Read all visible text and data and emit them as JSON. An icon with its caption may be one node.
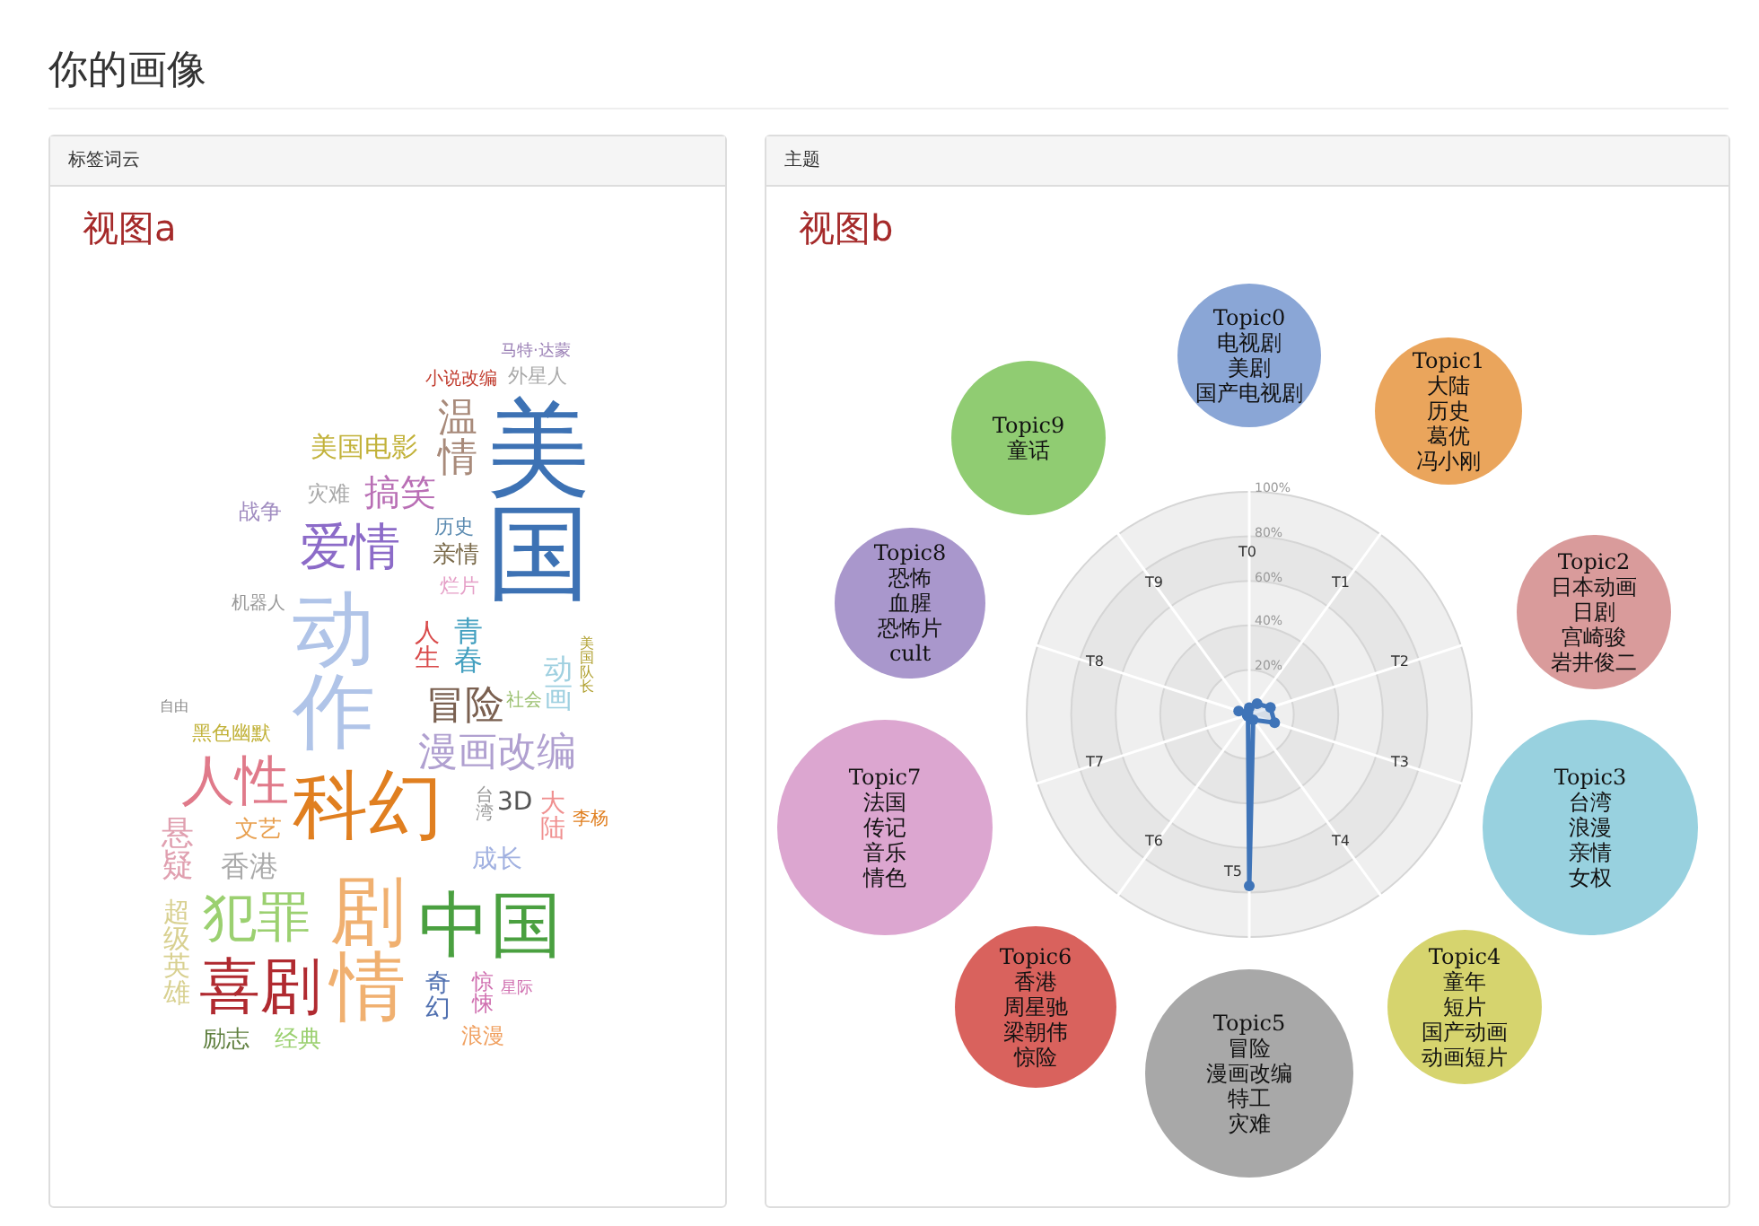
{
  "diagram": {
    "title": "你的画像",
    "nodes": [
      {
        "text": [
          "标签词云",
          "视图a"
        ]
      },
      {
        "text": [
          "主题",
          "视图b"
        ]
      },
      {
        "text": [
          "Topic0",
          "电视剧",
          "美剧",
          "国产电视剧"
        ],
        "in": 1
      },
      {
        "text": [
          "Topic1",
          "大陆",
          "历史",
          "葛优",
          "冯小刚"
        ],
        "in": 1
      },
      {
        "text": [
          "Topic2",
          "日本动画",
          "日剧",
          "宫崎骏",
          "岩井俊二"
        ],
        "in": 1
      },
      {
        "text": [
          "Topic3",
          "台湾",
          "浪漫",
          "亲情",
          "女权"
        ],
        "in": 1
      },
      {
        "text": [
          "Topic4",
          "童年",
          "短片",
          "国产动画",
          "动画短片"
        ],
        "in": 1
      },
      {
        "text": [
          "Topic5",
          "冒险",
          "漫画改编",
          "特工",
          "灾难"
        ],
        "in": 1
      },
      {
        "text": [
          "Topic6",
          "香港",
          "周星驰",
          "梁朝伟",
          "惊险"
        ],
        "in": 1
      },
      {
        "text": [
          "Topic7",
          "法国",
          "传记",
          "音乐",
          "情色"
        ],
        "in": 1
      },
      {
        "text": [
          "Topic8",
          "恐怖",
          "血腥",
          "恐怖片",
          "cult"
        ],
        "in": 1
      },
      {
        "text": [
          "Topic9",
          "童话"
        ],
        "in": 1
      }
    ],
    "labels": [
      "马特·达蒙",
      "小说改编",
      "外星人",
      "美国电影",
      "搞笑",
      "灾难",
      "战争",
      "爱情",
      "机器人",
      "美国",
      "温情",
      "历史",
      "亲情",
      "烂片",
      "人生",
      "青春",
      "动作",
      "冒险",
      "动画",
      "社会",
      "美国队长",
      "黑色幽默",
      "人性",
      "科幻",
      "漫画改编",
      "台湾",
      "3D",
      "李杨",
      "悬疑",
      "文艺",
      "香港",
      "犯罪",
      "剧情",
      "中国",
      "成长",
      "大陆",
      "喜剧",
      "奇幻",
      "惊悚",
      "星际",
      "浪漫",
      "超级英雄",
      "励志",
      "经典",
      "自由",
      "100%",
      "80%",
      "T0",
      "60%",
      "T9",
      "T1",
      "40%",
      "T8",
      "T2",
      "20%",
      "T7",
      "T3",
      "T6",
      "T4",
      "T5"
    ]
  }
}
